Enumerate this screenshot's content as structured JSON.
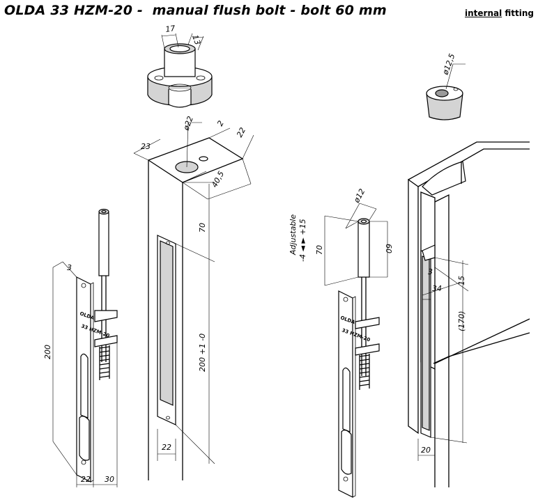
{
  "title": "OLDA 33 HZM-20 -  manual flush bolt - bolt 60 mm",
  "fitting": {
    "underlined": "internal",
    "rest": " fitting"
  },
  "brand": "OLDA",
  "stamp": "33 HZM-20",
  "dims": {
    "top_strike_d17": "17",
    "top_strike_d13": "13",
    "strike_ring_d12_5": "ø12,5",
    "hole_d22": "ø22",
    "depth_2": "2",
    "width_22": "22",
    "width_23": "23",
    "len_40_5": "40,5",
    "plate_3": "3",
    "plate_200": "200",
    "base_22": "22",
    "base_30": "30",
    "slot_70": "70",
    "slot_200": "200 +1 -0",
    "frame_22": "22",
    "bolt_d12": "ø12",
    "adjustable": "Adjustable",
    "adj_range": "-4 ◄ ► +15",
    "bolt_70": "70",
    "bolt_60": "60",
    "r_3": "3",
    "r_34": "34",
    "r_15": "15",
    "r_170": "(170)",
    "r_20": "20"
  }
}
